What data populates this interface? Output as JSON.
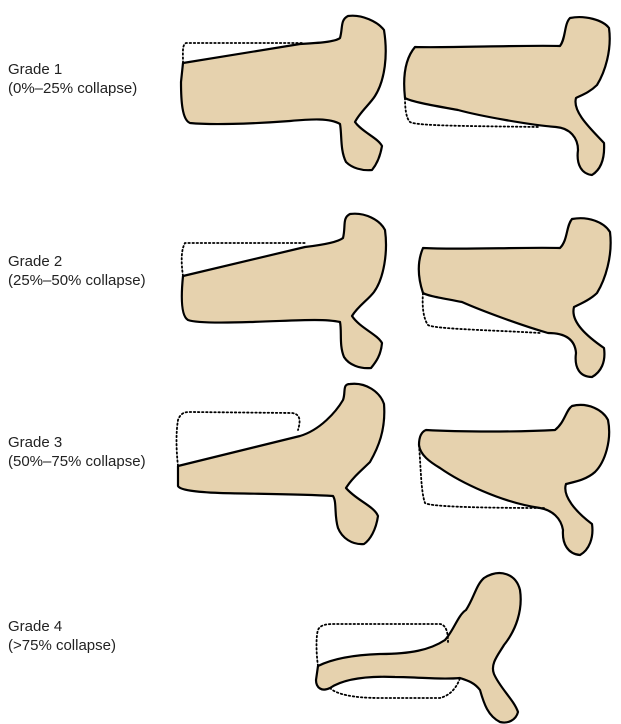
{
  "grades": [
    {
      "title": "Grade 1",
      "range": "(0%–25% collapse)"
    },
    {
      "title": "Grade 2",
      "range": "(25%–50% collapse)"
    },
    {
      "title": "Grade 3",
      "range": "(50%–75% collapse)"
    },
    {
      "title": "Grade 4",
      "range": "(>75% collapse)"
    }
  ],
  "colors": {
    "bone_fill": "#e6d2ae",
    "outline": "#000000",
    "text": "#222222"
  }
}
